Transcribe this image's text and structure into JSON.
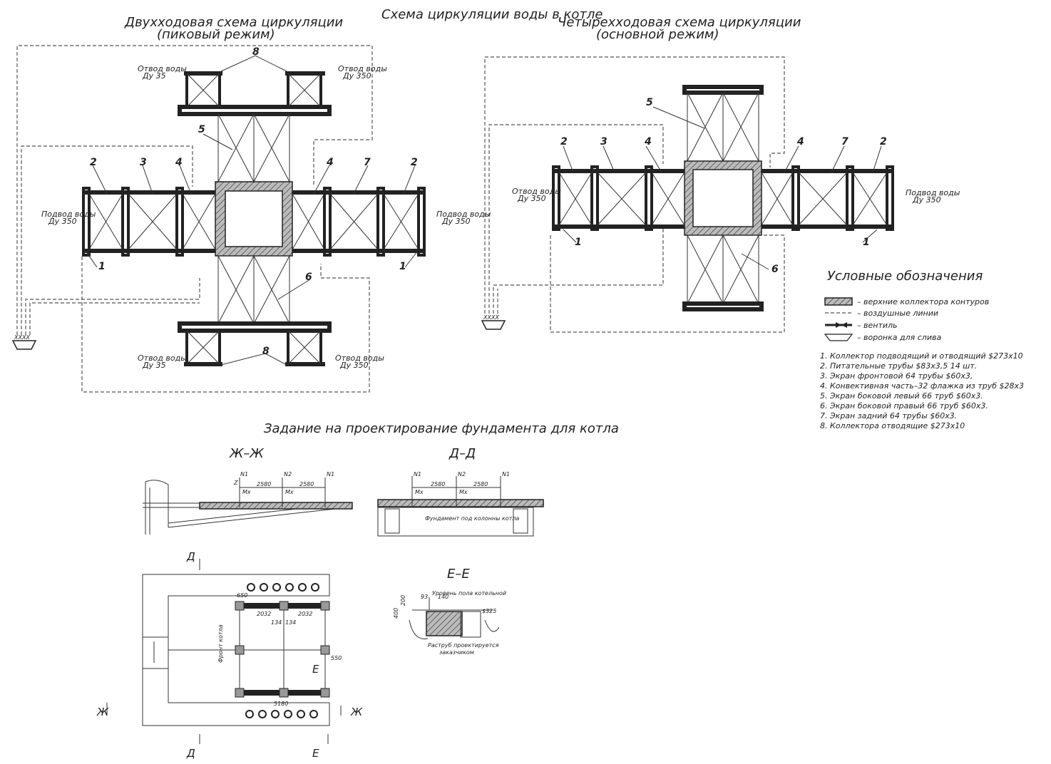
{
  "main_title": "Схема циркуляции воды в котле",
  "left_scheme": {
    "title_line1": "Двухходовая схема циркуляции",
    "title_line2": "(пиковый режим)"
  },
  "right_scheme": {
    "title_line1": "Четырехходовая схема циркуляции",
    "title_line2": "(основной режим)"
  },
  "labels": {
    "outlet": "Отвод воды",
    "inlet": "Подвод воды",
    "du350": "Ду 350",
    "du350b": "Ду 35",
    "du350c": "Ду 350"
  },
  "numbers": {
    "n1": "1",
    "n2": "2",
    "n3": "3",
    "n4": "4",
    "n5": "5",
    "n6": "6",
    "n7": "7",
    "n8": "8"
  },
  "legend": {
    "title": "Условные обозначения",
    "items": [
      "– верхние коллектора контуров",
      "– воздушные линии",
      "– вентиль",
      "– воронка для слива"
    ]
  },
  "notes": [
    "1.  Коллектор подводящий и отводящий $273х10",
    "2.  Питательные трубы $83х3,5 14 шт.",
    "3.  Экран фронтовой 64 трубы $60х3,",
    "4.  Конвективная часть–32 флажка из труб $28х3",
    "5.  Экран боковой левый 66 труб $60х3.",
    "6.  Экран боковой правый 66 труб $60х3.",
    "7.  Экран задний 64 трубы $60х3.",
    "8.  Коллектора отводящие $273х10"
  ],
  "foundation": {
    "title": "Задание на проектирование фундамента для котла",
    "section_zh": "Ж–Ж",
    "section_d": "Д–Д",
    "section_e": "Е–Е",
    "dim_2580": "2580",
    "dim_2032": "2032",
    "dim_134": "134",
    "dim_650": "650",
    "dim_550": "550",
    "dim_5180": "5180",
    "n1": "N1",
    "n2": "N2",
    "mx": "Mx",
    "z": "Z",
    "fund_label": "Фундамент под колонны котла",
    "front_label": "Фронт котла",
    "floor_label": "Уровень пола котельной",
    "pipe_label": "Раструб проектируется",
    "pipe_label2": "заказчиком",
    "dim_93": "93",
    "dim_140": "140",
    "dim_200": "200",
    "dim_400": "400",
    "dim_325": "$325",
    "mark_d": "Д",
    "mark_e": "Е",
    "mark_zh": "Ж"
  }
}
